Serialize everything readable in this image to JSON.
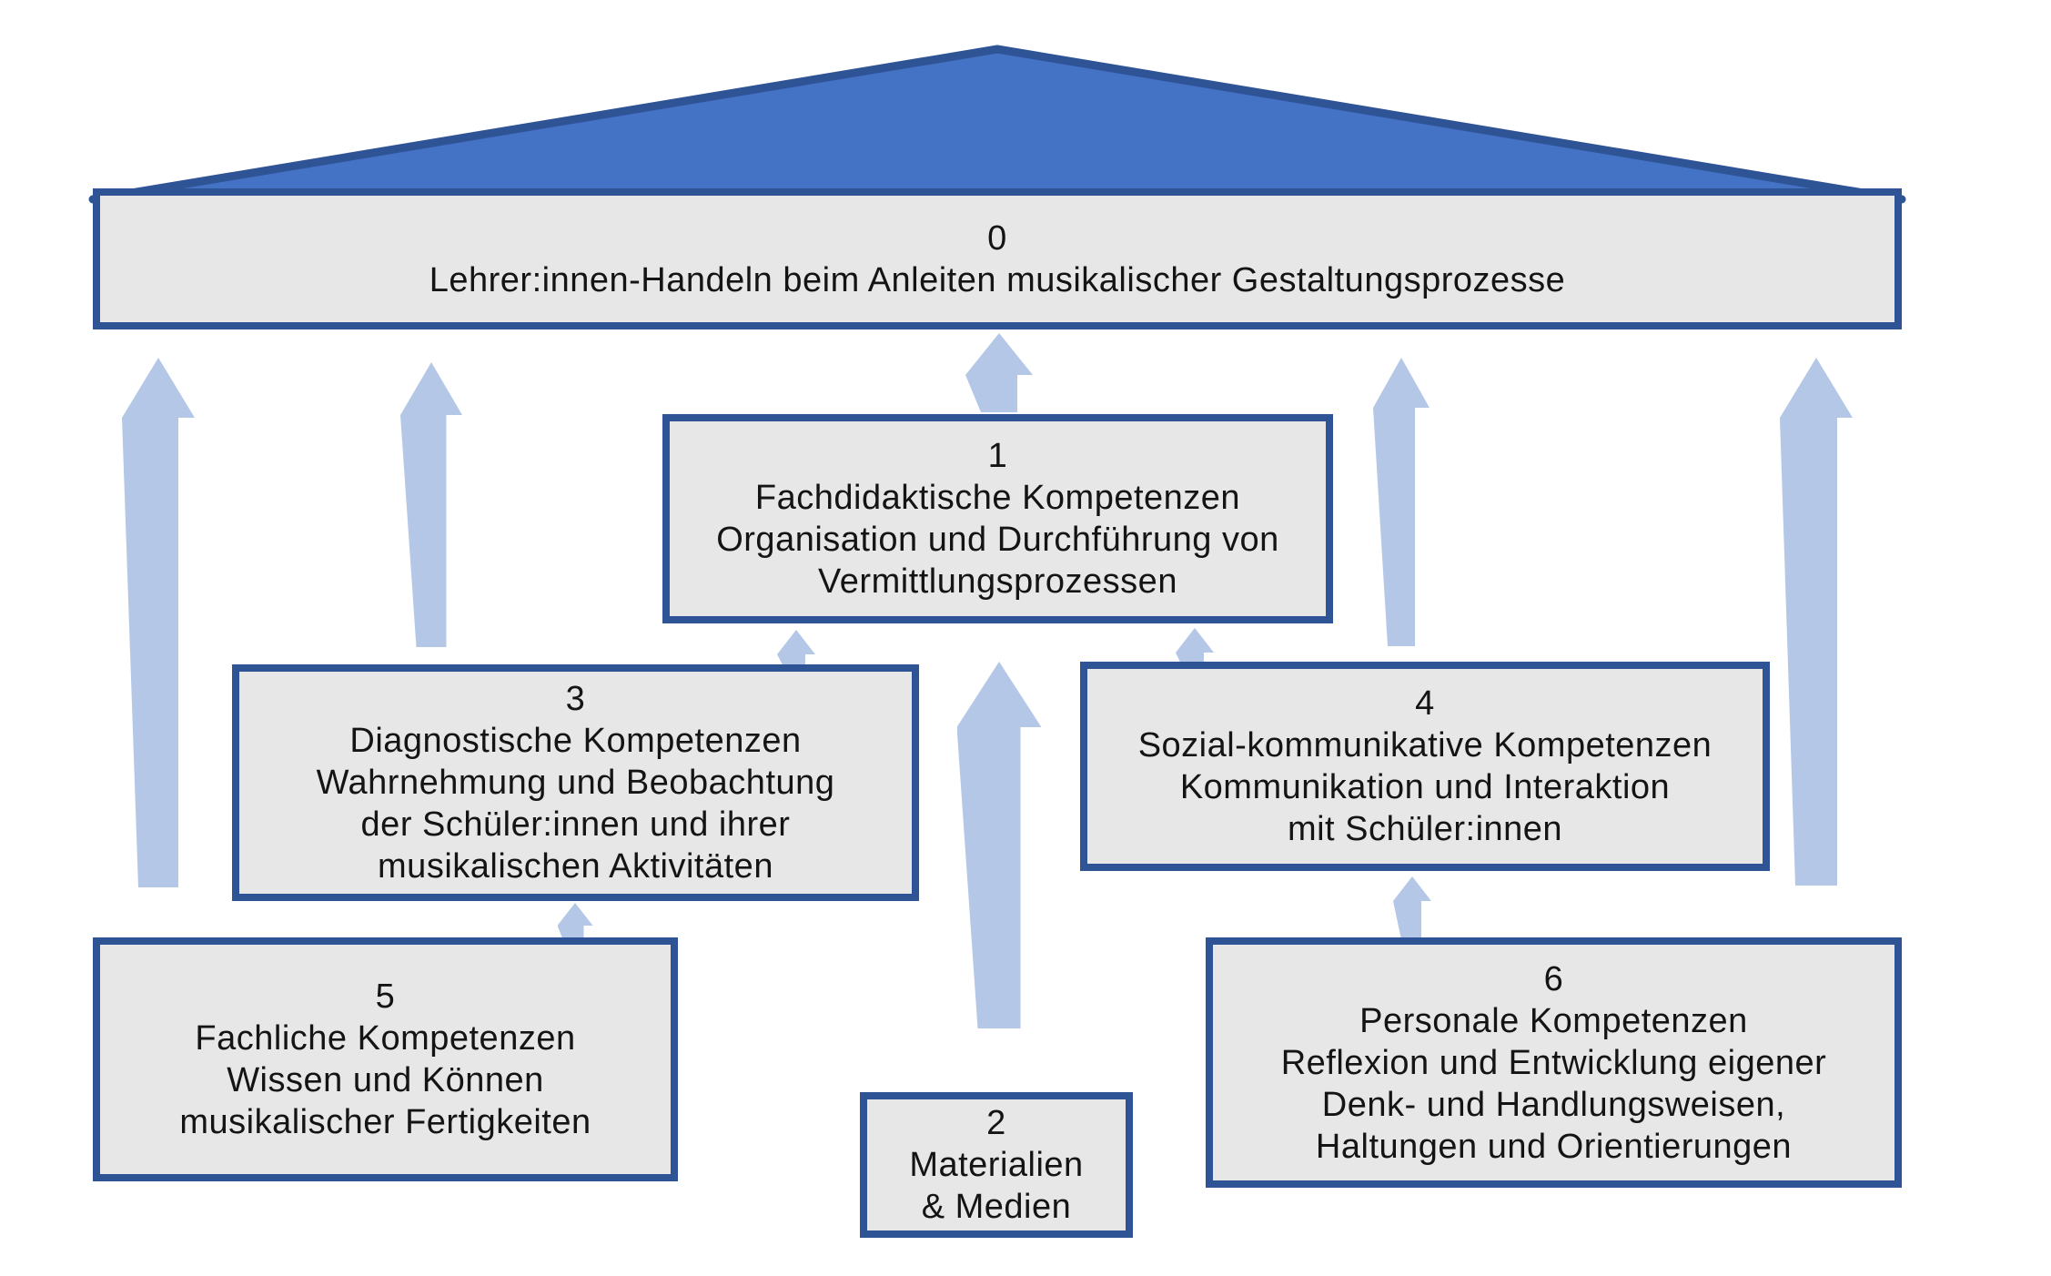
{
  "colors": {
    "roof_fill": "#4472c4",
    "border": "#2f5496",
    "box_fill": "#e8e7e7",
    "arrow": "#b4c7e7"
  },
  "boxes": {
    "b0": {
      "number": "0",
      "lines": [
        "Lehrer:innen-Handeln beim Anleiten musikalischer Gestaltungsprozesse"
      ]
    },
    "b1": {
      "number": "1",
      "lines": [
        "Fachdidaktische Kompetenzen",
        "Organisation und Durchführung von",
        "Vermittlungsprozessen"
      ]
    },
    "b2": {
      "number": "2",
      "lines": [
        "Materialien",
        "& Medien"
      ]
    },
    "b3": {
      "number": "3",
      "lines": [
        "Diagnostische Kompetenzen",
        "Wahrnehmung und Beobachtung",
        "der Schüler:innen und ihrer",
        "musikalischen Aktivitäten"
      ]
    },
    "b4": {
      "number": "4",
      "lines": [
        "Sozial-kommunikative Kompetenzen",
        "Kommunikation und Interaktion",
        "mit Schüler:innen"
      ]
    },
    "b5": {
      "number": "5",
      "lines": [
        "Fachliche Kompetenzen",
        "Wissen und Können",
        "musikalischer Fertigkeiten"
      ]
    },
    "b6": {
      "number": "6",
      "lines": [
        "Personale Kompetenzen",
        "Reflexion und Entwicklung eigener",
        "Denk- und Handlungsweisen,",
        "Haltungen und Orientierungen"
      ]
    }
  }
}
